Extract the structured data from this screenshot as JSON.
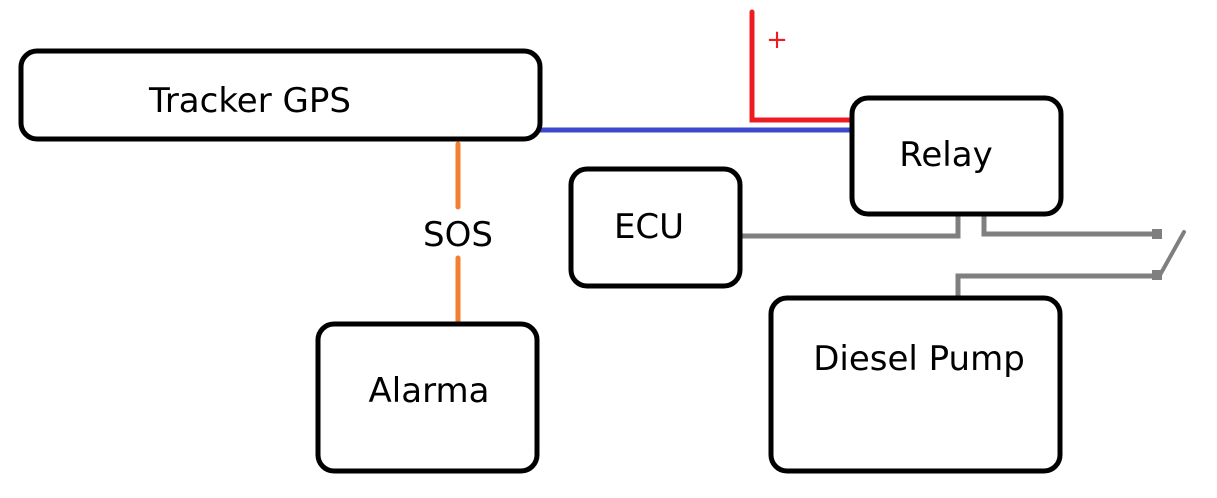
{
  "diagram": {
    "nodes": {
      "tracker": {
        "label": "Tracker GPS"
      },
      "relay": {
        "label": "Relay"
      },
      "ecu": {
        "label": "ECU"
      },
      "alarma": {
        "label": "Alarma"
      },
      "pump": {
        "label": "Diesel Pump"
      }
    },
    "connections": {
      "sos": {
        "label": "SOS",
        "color": "#f47f2f",
        "from": "Tracker GPS",
        "to": "Alarma"
      },
      "signal": {
        "color": "#3f48cc",
        "from": "Tracker GPS",
        "to": "Relay"
      },
      "positive": {
        "label": "+",
        "color": "#ed1c24",
        "to": "Relay"
      },
      "ecu_line": {
        "color": "#7f7f7f",
        "from": "ECU",
        "to": "Relay"
      },
      "switch_line": {
        "color": "#7f7f7f",
        "from": "Relay",
        "to": "Switch"
      },
      "pump_line": {
        "color": "#7f7f7f",
        "from": "Switch",
        "to": "Diesel Pump"
      }
    }
  }
}
